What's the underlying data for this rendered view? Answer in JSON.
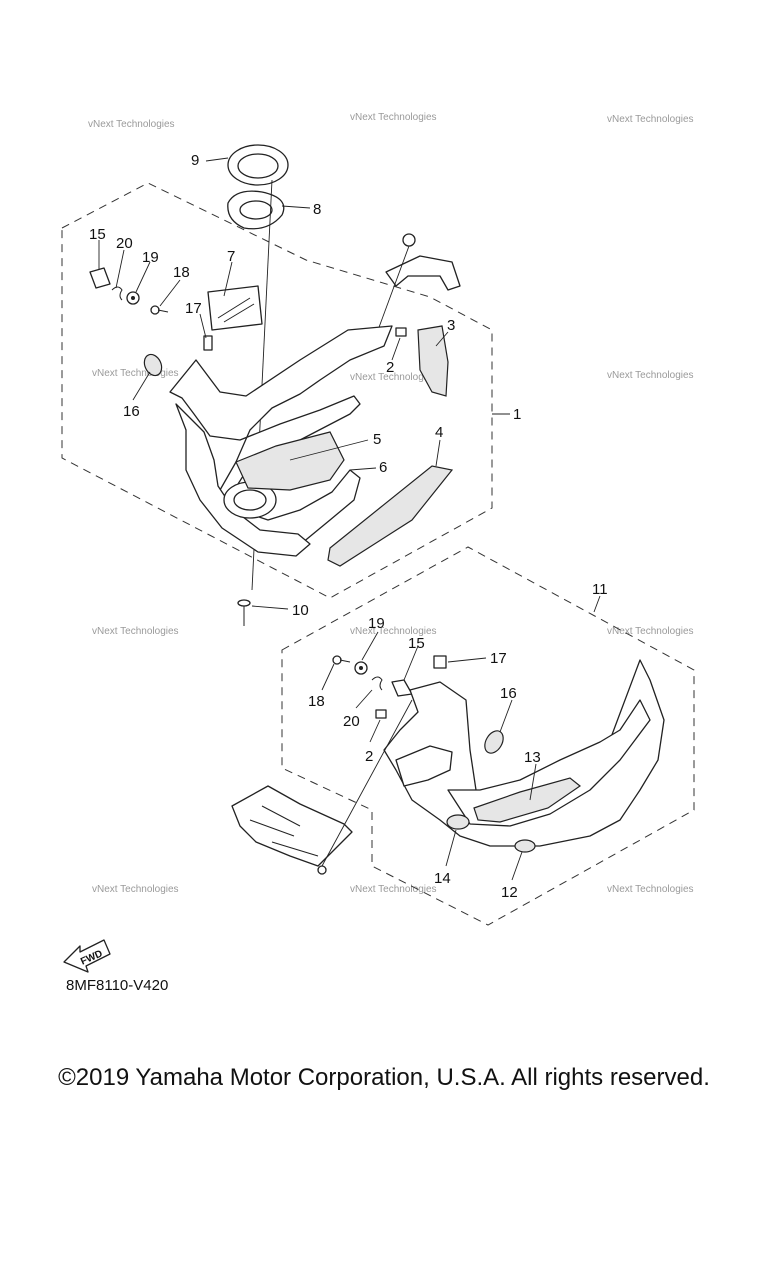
{
  "watermark": "vNext Technologies",
  "fwd_label": "FWD",
  "diagram_code": "8MF8110-V420",
  "copyright": "©2019 Yamaha Motor Corporation, U.S.A. All rights reserved.",
  "callouts": {
    "upper": [
      "9",
      "8",
      "15",
      "20",
      "19",
      "18",
      "7",
      "17",
      "3",
      "2",
      "1",
      "16",
      "5",
      "6",
      "4",
      "10"
    ],
    "lower": [
      "11",
      "19",
      "15",
      "17",
      "18",
      "20",
      "16",
      "2",
      "13",
      "14",
      "12"
    ]
  }
}
